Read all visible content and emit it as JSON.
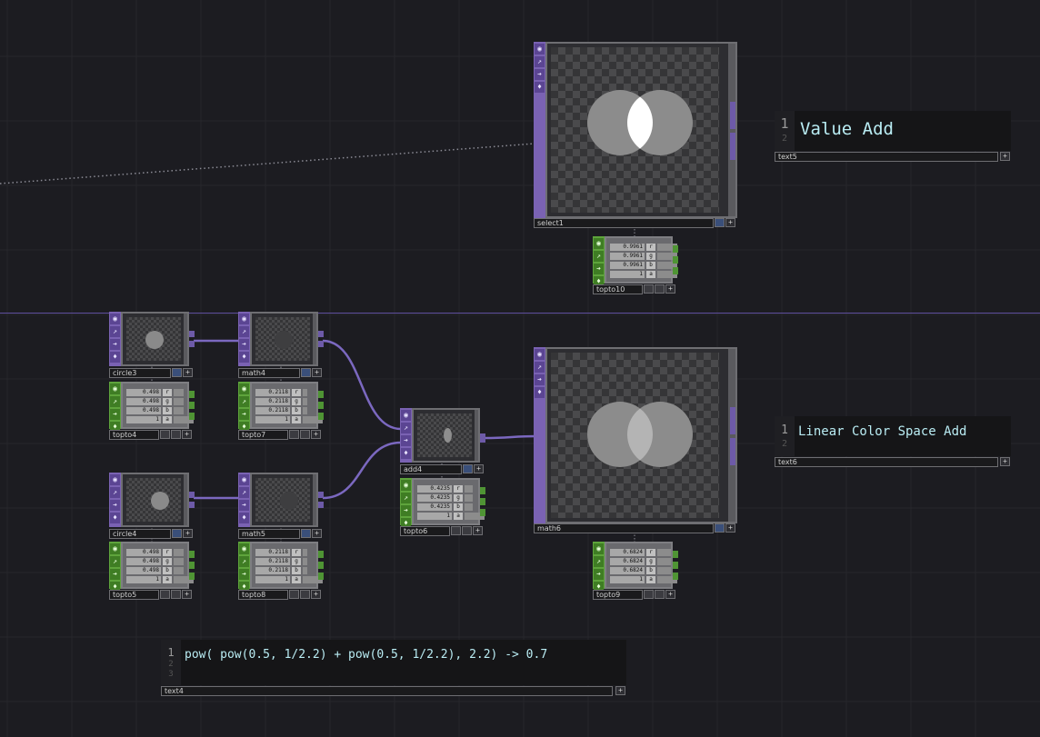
{
  "nodes": {
    "select1": {
      "label": "select1"
    },
    "topto10": {
      "label": "topto10",
      "channels": [
        {
          "value": "0.9961",
          "name": "r"
        },
        {
          "value": "0.9961",
          "name": "g"
        },
        {
          "value": "0.9961",
          "name": "b"
        },
        {
          "value": "1",
          "name": "a"
        }
      ]
    },
    "math6": {
      "label": "math6"
    },
    "topto9": {
      "label": "topto9",
      "channels": [
        {
          "value": "0.6824",
          "name": "r"
        },
        {
          "value": "0.6824",
          "name": "g"
        },
        {
          "value": "0.6824",
          "name": "b"
        },
        {
          "value": "1",
          "name": "a"
        }
      ]
    },
    "circle3": {
      "label": "circle3"
    },
    "topto4": {
      "label": "topto4",
      "channels": [
        {
          "value": "0.498",
          "name": "r"
        },
        {
          "value": "0.498",
          "name": "g"
        },
        {
          "value": "0.498",
          "name": "b"
        },
        {
          "value": "1",
          "name": "a"
        }
      ]
    },
    "math4": {
      "label": "math4"
    },
    "topto7": {
      "label": "topto7",
      "channels": [
        {
          "value": "0.2118",
          "name": "r"
        },
        {
          "value": "0.2118",
          "name": "g"
        },
        {
          "value": "0.2118",
          "name": "b"
        },
        {
          "value": "1",
          "name": "a"
        }
      ]
    },
    "circle4": {
      "label": "circle4"
    },
    "topto5": {
      "label": "topto5",
      "channels": [
        {
          "value": "0.498",
          "name": "r"
        },
        {
          "value": "0.498",
          "name": "g"
        },
        {
          "value": "0.498",
          "name": "b"
        },
        {
          "value": "1",
          "name": "a"
        }
      ]
    },
    "math5": {
      "label": "math5"
    },
    "topto8": {
      "label": "topto8",
      "channels": [
        {
          "value": "0.2118",
          "name": "r"
        },
        {
          "value": "0.2118",
          "name": "g"
        },
        {
          "value": "0.2118",
          "name": "b"
        },
        {
          "value": "1",
          "name": "a"
        }
      ]
    },
    "add4": {
      "label": "add4"
    },
    "topto6": {
      "label": "topto6",
      "channels": [
        {
          "value": "0.4235",
          "name": "r"
        },
        {
          "value": "0.4235",
          "name": "g"
        },
        {
          "value": "0.4235",
          "name": "b"
        },
        {
          "value": "1",
          "name": "a"
        }
      ]
    }
  },
  "texts": {
    "text5": {
      "label": "text5",
      "line_numbers": [
        "1",
        "2"
      ],
      "content": "Value Add"
    },
    "text6": {
      "label": "text6",
      "line_numbers": [
        "1",
        "2"
      ],
      "content": "Linear Color Space Add"
    },
    "text4": {
      "label": "text4",
      "line_numbers": [
        "1",
        "2",
        "3"
      ],
      "content": "pow( pow(0.5, 1/2.2) + pow(0.5, 1/2.2), 2.2) -> 0.7"
    }
  },
  "colors": {
    "background": "#1c1c21",
    "top_family": "#7a62b3",
    "chop_family": "#5ea43c",
    "wire": "#7b68c0",
    "text_content": "#b9ecf3"
  }
}
